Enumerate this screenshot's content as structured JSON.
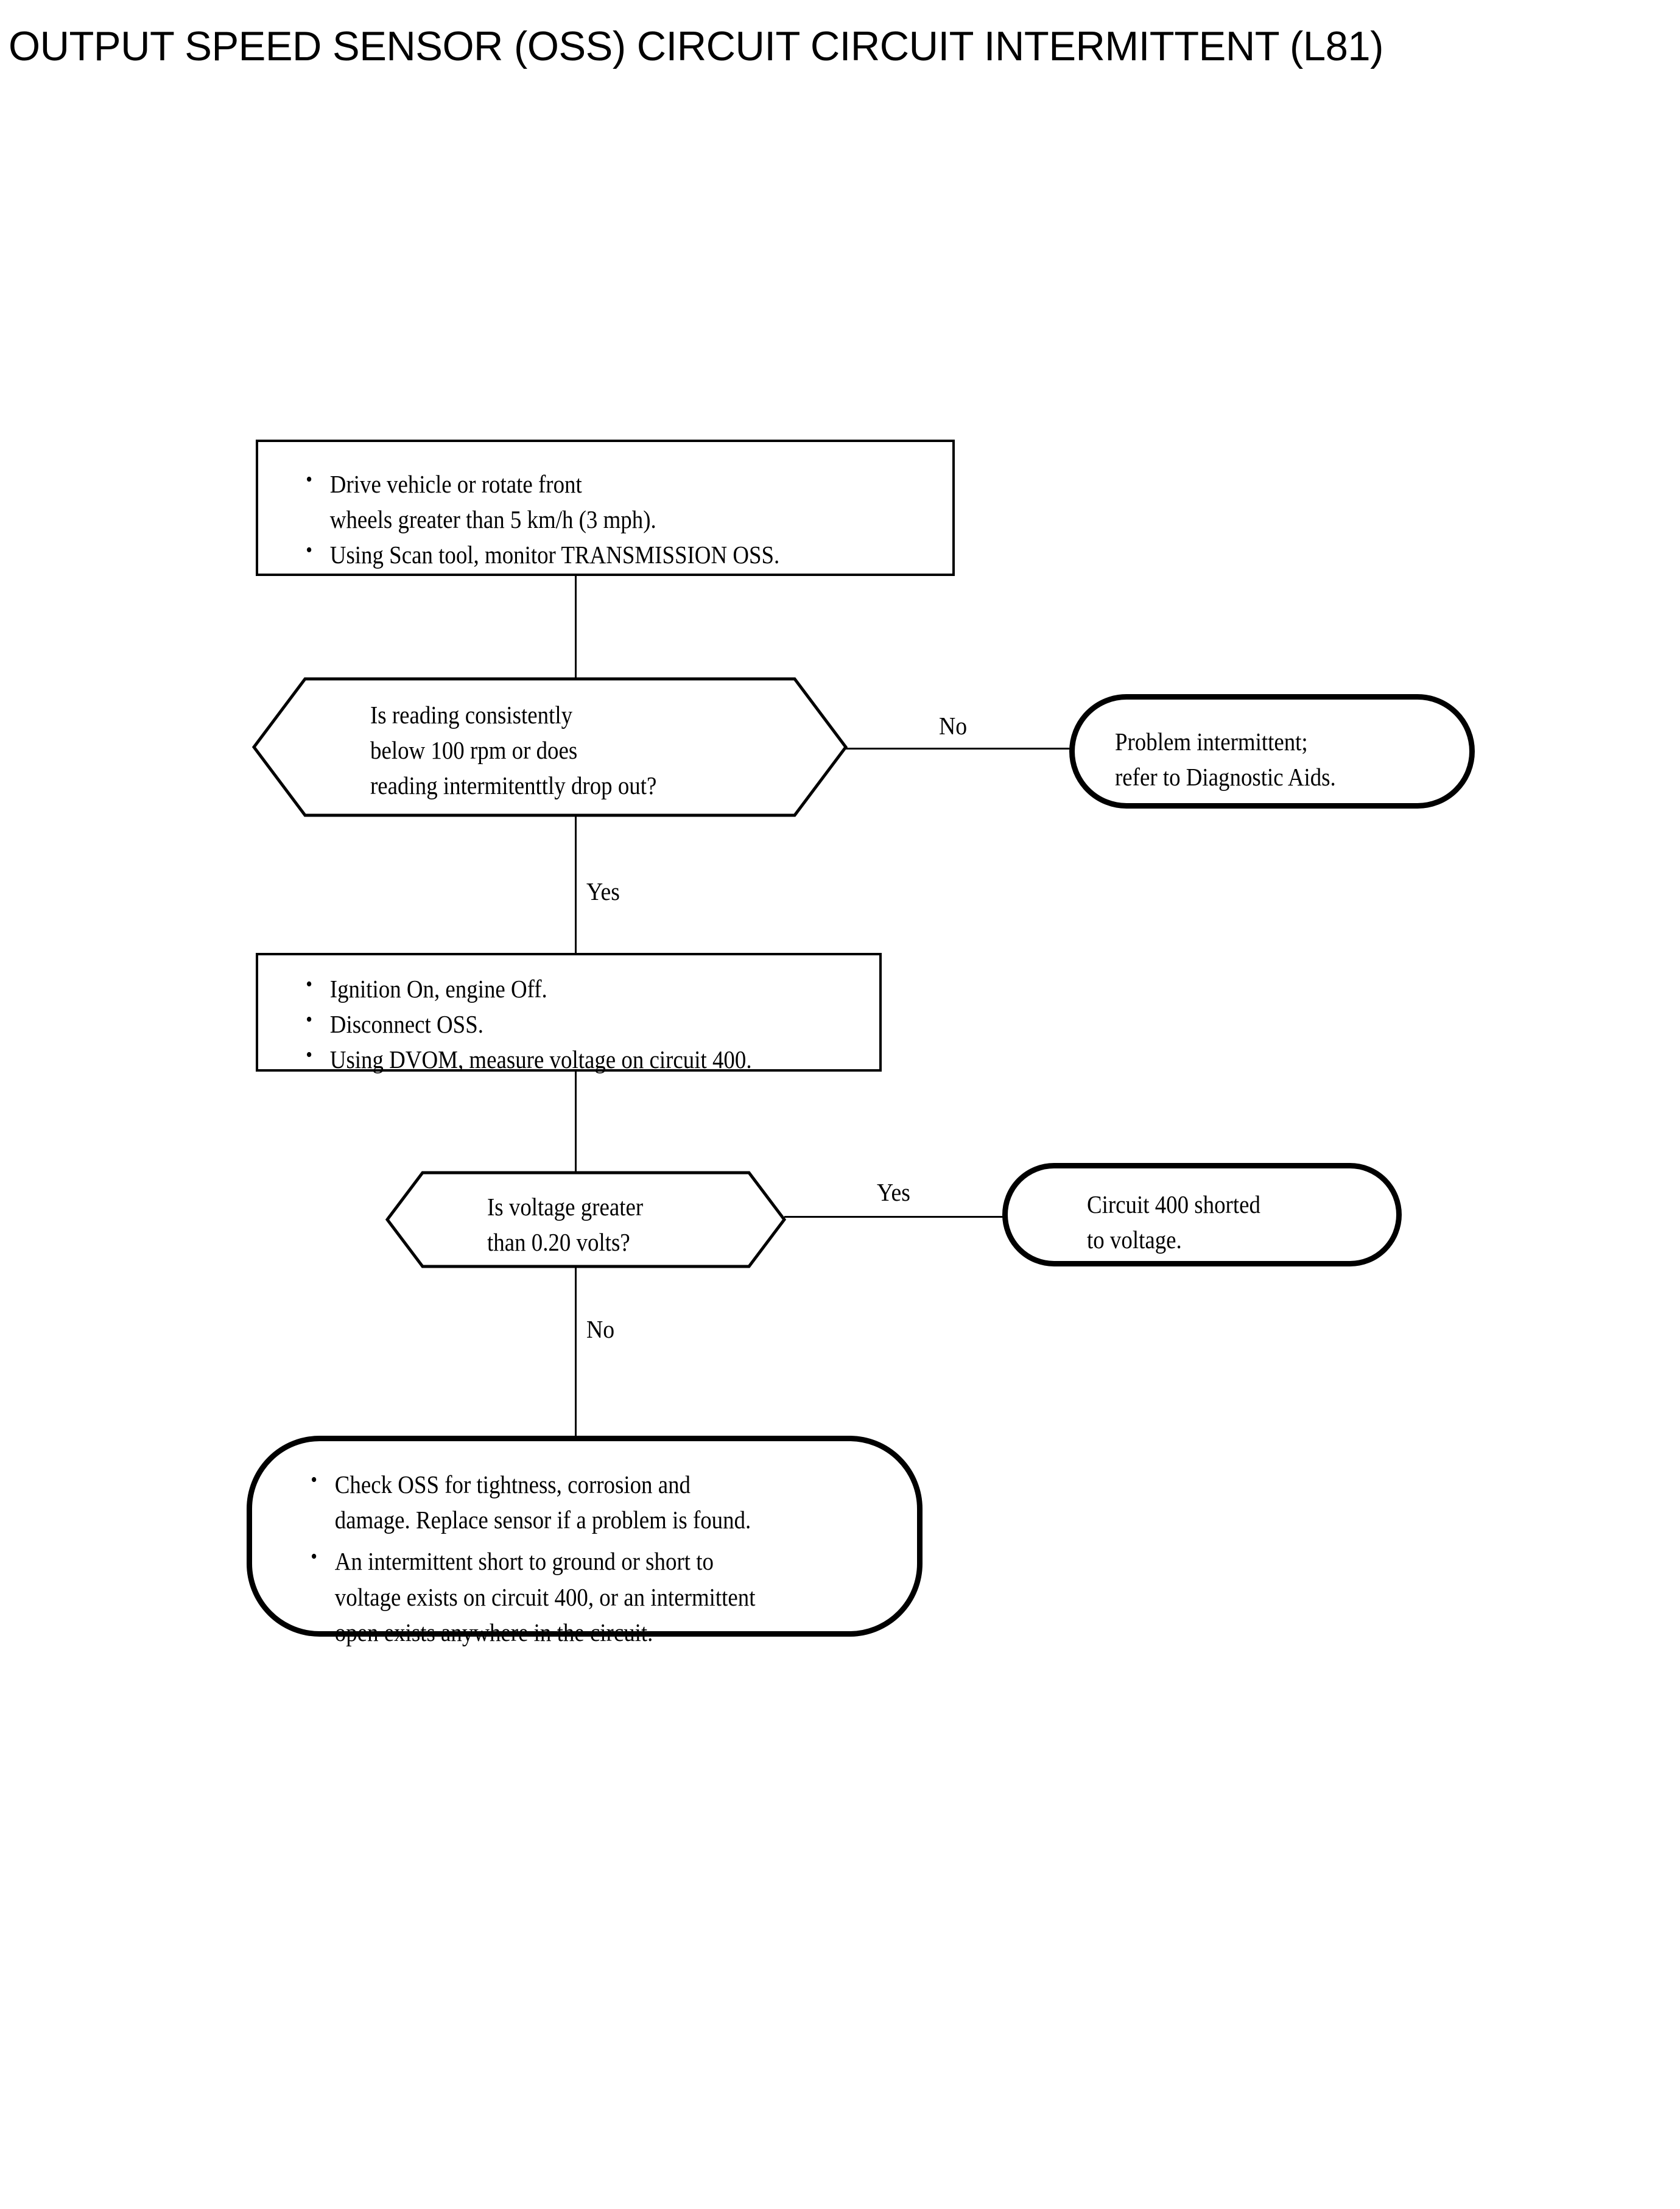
{
  "page": {
    "title": "OUTPUT SPEED SENSOR (OSS) CIRCUIT CIRCUIT INTERMITTENT (L81)",
    "background_color": "#ffffff",
    "ink_color": "#000000"
  },
  "flowchart": {
    "type": "diagnostic-flowchart",
    "nodes": [
      {
        "id": "step1",
        "shape": "process",
        "bullets": [
          [
            "Drive vehicle or rotate front",
            "wheels greater than 5 km/h (3 mph)."
          ],
          [
            "Using Scan tool, monitor TRANSMISSION OSS."
          ]
        ]
      },
      {
        "id": "decision1",
        "shape": "decision",
        "lines": [
          "Is reading consistently",
          "below 100 rpm or does",
          "reading intermitenttly drop out?"
        ]
      },
      {
        "id": "terminal1",
        "shape": "terminal",
        "lines": [
          "Problem intermittent;",
          "refer to Diagnostic Aids."
        ]
      },
      {
        "id": "step2",
        "shape": "process",
        "bullets": [
          [
            "Ignition On, engine Off."
          ],
          [
            "Disconnect OSS."
          ],
          [
            "Using DVOM, measure voltage on circuit 400."
          ]
        ]
      },
      {
        "id": "decision2",
        "shape": "decision",
        "lines": [
          "Is voltage greater",
          "than 0.20 volts?"
        ]
      },
      {
        "id": "terminal2",
        "shape": "terminal",
        "lines": [
          "Circuit 400 shorted",
          "to voltage."
        ]
      },
      {
        "id": "terminal3",
        "shape": "terminal",
        "bullets": [
          [
            "Check OSS for tightness, corrosion and",
            "damage. Replace sensor if a problem is found."
          ],
          [
            "An intermittent short to ground or short to",
            "voltage exists on circuit 400, or an intermittent",
            "open exists anywhere in the circuit."
          ]
        ]
      }
    ],
    "edges": [
      {
        "id": "e1",
        "from": "step1",
        "to": "decision1",
        "label": ""
      },
      {
        "id": "e2",
        "from": "decision1",
        "to": "terminal1",
        "label": "No"
      },
      {
        "id": "e3",
        "from": "decision1",
        "to": "step2",
        "label": "Yes"
      },
      {
        "id": "e4",
        "from": "step2",
        "to": "decision2",
        "label": ""
      },
      {
        "id": "e5",
        "from": "decision2",
        "to": "terminal2",
        "label": "Yes"
      },
      {
        "id": "e6",
        "from": "decision2",
        "to": "terminal3",
        "label": "No"
      }
    ],
    "labels": {
      "no_1": "No",
      "yes_1": "Yes",
      "yes_2": "Yes",
      "no_2": "No"
    },
    "node_text": {
      "step1": {
        "b1l1": "Drive vehicle or rotate front",
        "b1l2": "wheels greater than 5 km/h (3 mph).",
        "b2l1": "Using Scan tool, monitor TRANSMISSION OSS."
      },
      "decision1": {
        "l1": "Is reading consistently",
        "l2": "below 100 rpm or does",
        "l3": "reading intermitenttly drop out?"
      },
      "terminal1": {
        "l1": "Problem intermittent;",
        "l2": "refer to Diagnostic Aids."
      },
      "step2": {
        "b1l1": "Ignition On, engine Off.",
        "b2l1": "Disconnect OSS.",
        "b3l1": "Using DVOM, measure voltage on circuit 400."
      },
      "decision2": {
        "l1": "Is voltage greater",
        "l2": "than 0.20 volts?"
      },
      "terminal2": {
        "l1": "Circuit 400 shorted",
        "l2": "to voltage."
      },
      "terminal3": {
        "b1l1": "Check OSS for tightness, corrosion and",
        "b1l2": "damage. Replace sensor if a problem is found.",
        "b2l1": "An intermittent short to ground or short to",
        "b2l2": "voltage exists on circuit 400, or an intermittent",
        "b2l3": "open exists anywhere in the circuit."
      }
    }
  }
}
